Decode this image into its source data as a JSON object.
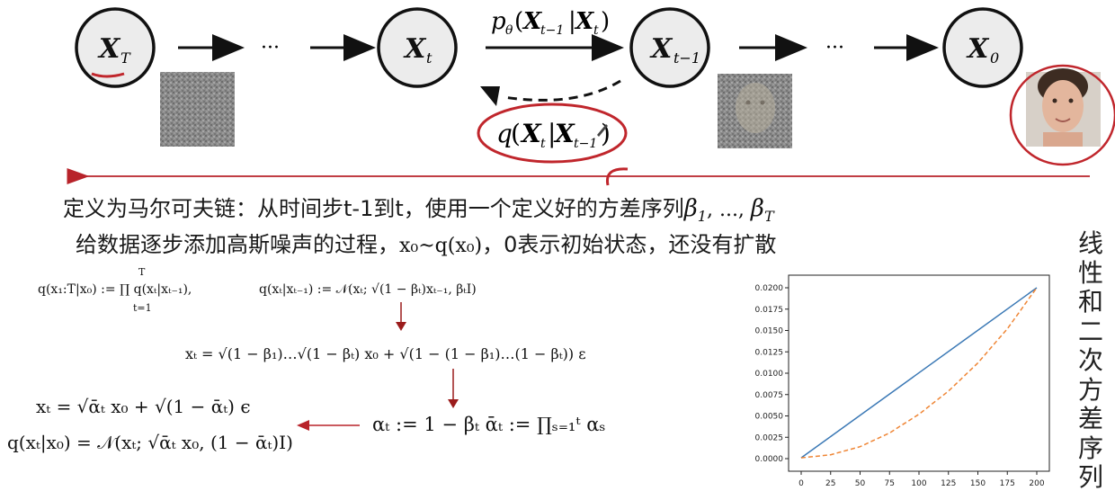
{
  "diagram": {
    "node_xT": {
      "main": "X",
      "sub": "T"
    },
    "node_xt": {
      "main": "X",
      "sub": "t"
    },
    "node_xt1": {
      "main": "X",
      "sub": "t−1"
    },
    "node_x0": {
      "main": "X",
      "sub": "0"
    },
    "ellipsis": "···",
    "reverse_label": {
      "p": "p",
      "theta": "θ",
      "open": "(",
      "x1": "X",
      "x1sub": "t−1",
      "bar": "|",
      "x2": "X",
      "x2sub": "t",
      "close": ")"
    },
    "forward_label": {
      "q": "q",
      "open": "(",
      "x1": "X",
      "x1sub": "t",
      "bar": "|",
      "x2": "X",
      "x2sub": "t−1",
      "close": ")"
    }
  },
  "text": {
    "line1": "定义为马尔可夫链：从时间步t-1到t，使用一个定义好的方差序列",
    "line1_math": "β",
    "line1_sub1": "1",
    "line1_mid": ", ..., ",
    "line1_math2": "β",
    "line1_sub2": "T",
    "line2": "给数据逐步添加高斯噪声的过程，",
    "line2_math": "x₀~q(x₀)",
    "line2_end": "，0表示初始状态，还没有扩散"
  },
  "equations": {
    "eq1": "q(x₁:T|x₀) := ∏ q(xₜ|xₜ₋₁),",
    "eq1_prod_top": "T",
    "eq1_prod_bottom": "t=1",
    "eq2": "q(xₜ|xₜ₋₁) := 𝒩(xₜ; √(1 − βₜ)xₜ₋₁, βₜI)",
    "eq3": "xₜ = √(1 − β₁)…√(1 − βₜ) x₀ + √(1 − (1 − β₁)…(1 − βₜ)) ε",
    "eq4": "αₜ := 1 − βₜ      ᾱₜ := ∏ₛ₌₁ᵗ αₛ",
    "eq5": "xₜ = √ᾱₜ x₀ + √(1 − ᾱₜ) ϵ",
    "eq6": "q(xₜ|x₀) = 𝒩(xₜ; √ᾱₜ x₀, (1 − ᾱₜ)I)"
  },
  "side_label": [
    "线",
    "性",
    "和",
    "二",
    "次",
    "方",
    "差",
    "序",
    "列"
  ],
  "colors": {
    "red": "#c0262c",
    "darkred": "#9b1c1c",
    "blue": "#3a78b5",
    "orange": "#ef8636"
  },
  "chart_data": {
    "type": "line",
    "title": "",
    "xlabel": "",
    "ylabel": "",
    "xlim": [
      0,
      200
    ],
    "ylim": [
      0,
      0.02
    ],
    "xticks": [
      "0",
      "25",
      "50",
      "75",
      "100",
      "125",
      "150",
      "175",
      "200"
    ],
    "yticks": [
      "0.0000",
      "0.0025",
      "0.0050",
      "0.0075",
      "0.0100",
      "0.0125",
      "0.0150",
      "0.0175",
      "0.0200"
    ],
    "grid": false,
    "series": [
      {
        "x": [
          0,
          200
        ],
        "values": [
          0.0001,
          0.02
        ],
        "style": "solid",
        "color": "#3a78b5"
      },
      {
        "x": [
          0,
          25,
          50,
          75,
          100,
          125,
          150,
          175,
          200
        ],
        "values": [
          0.0001,
          0.00045,
          0.0014,
          0.003,
          0.0052,
          0.0079,
          0.0112,
          0.0152,
          0.02
        ],
        "style": "dashed",
        "color": "#ef8636"
      }
    ]
  }
}
